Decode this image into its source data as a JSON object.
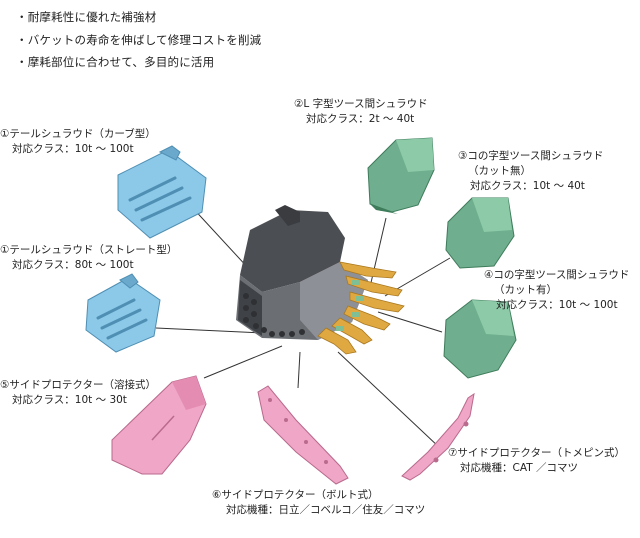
{
  "bullets": [
    "・耐摩耗性に優れた補強材",
    "・バケットの寿命を伸ばして修理コストを削減",
    "・摩耗部位に合わせて、多目的に活用"
  ],
  "parts": {
    "tail_curve": {
      "title": "①テールシュラウド（カーブ型）",
      "sub": "対応クラス：10t 〜 100t"
    },
    "l_tooth": {
      "title": "②L 字型ツース間シュラウド",
      "sub": "対応クラス：2t 〜 40t"
    },
    "ko_nocut": {
      "title": "③コの字型ツース間シュラウド",
      "sub2": "（カット無）",
      "sub": "対応クラス：10t 〜 40t"
    },
    "tail_straight": {
      "title": "①テールシュラウド（ストレート型）",
      "sub": "対応クラス：80t 〜 100t"
    },
    "ko_cut": {
      "title": "④コの字型ツース間シュラウド",
      "sub2": "（カット有）",
      "sub": "対応クラス：10t 〜 100t"
    },
    "side_weld": {
      "title": "⑤サイドプロテクター（溶接式）",
      "sub": "対応クラス：10t 〜 30t"
    },
    "side_pin": {
      "title": "⑦サイドプロテクター（トメピン式）",
      "sub": "対応機種：CAT ／コマツ"
    },
    "side_bolt": {
      "title": "⑥サイドプロテクター（ボルト式）",
      "sub": "対応機種：日立／コベルコ／住友／コマツ"
    }
  },
  "colors": {
    "blue_parts": "#8cc8e8",
    "green_parts": "#6fae8e",
    "pink_parts": "#f0a6c6",
    "bucket_gray": "#5a5d61",
    "teeth_orange": "#e0a840"
  }
}
